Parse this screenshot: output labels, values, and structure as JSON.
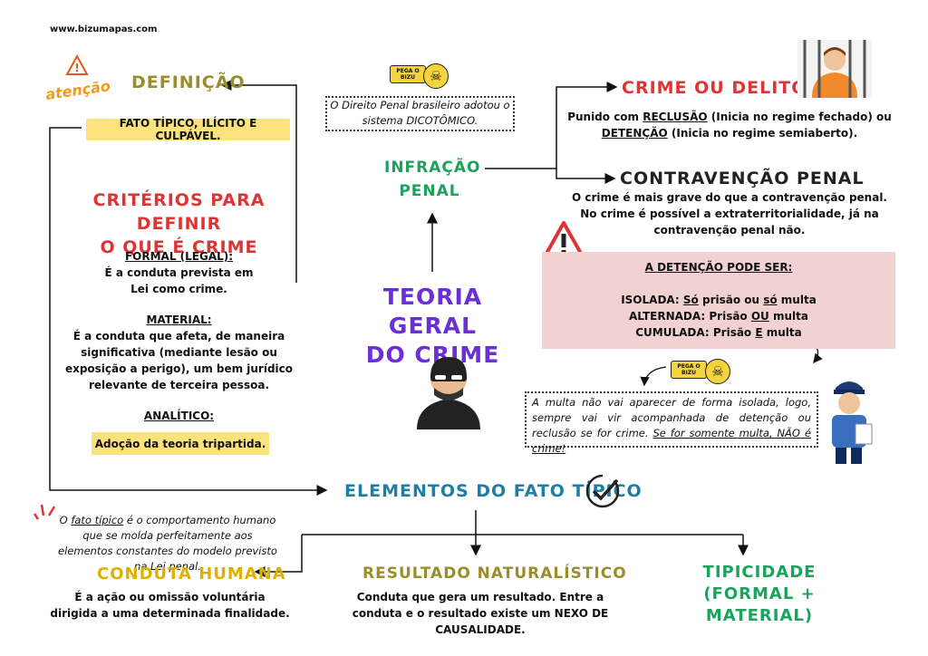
{
  "site": "www.bizumapas.com",
  "header_badge": "atenção",
  "definicao": {
    "title": "DEFINIÇÃO",
    "box": "FATO TÍPICO, ILÍCITO E CULPÁVEL."
  },
  "criterios": {
    "title_line1": "CRITÉRIOS PARA DEFINIR",
    "title_line2": "O QUE É CRIME",
    "formal_label": "FORMAL (LEGAL):",
    "formal_text": "É a conduta prevista em Lei como crime.",
    "material_label": "MATERIAL:",
    "material_text": "É a conduta que afeta, de maneira significativa (mediante lesão ou exposição a perigo), um bem jurídico relevante de terceira pessoa.",
    "analitico_label": "ANALÍTICO:",
    "analitico_box": "Adoção da teoria tripartida."
  },
  "center": {
    "line1": "TEORIA GERAL",
    "line2": "DO CRIME"
  },
  "bizu_tag": {
    "line1": "PEGA O",
    "line2": "BIZU"
  },
  "bizu1_text": "O Direito Penal brasileiro adotou o sistema DICOTÔMICO.",
  "infracao": {
    "line1": "INFRAÇÃO",
    "line2": "PENAL"
  },
  "crime_delito": {
    "title": "CRIME OU DELITO",
    "text_a": "Punido com ",
    "reclusao": "RECLUSÃO",
    "text_b": " (Inicia no regime fechado) ou ",
    "detencao": "DETENÇÃO",
    "text_c": " (Inicia no regime semiaberto)."
  },
  "contravencao": {
    "title": "CONTRAVENÇÃO PENAL",
    "text": "O crime é mais grave do que a contravenção penal. No crime é possível a extraterritorialidade, já na contravenção penal não."
  },
  "detencao_box": {
    "title": "A DETENÇÃO PODE SER:",
    "isolada_label": "ISOLADA: ",
    "so1": "Só",
    "isolada_mid": " prisão ou ",
    "so2": "só",
    "isolada_end": " multa",
    "alternada_label": "ALTERNADA: Prisão ",
    "ou": "OU",
    "alternada_end": " multa",
    "cumulada_label": "CUMULADA: Prisão ",
    "e": "E",
    "cumulada_end": " multa"
  },
  "bizu2": {
    "text": "A multa não vai aparecer de forma isolada, logo, sempre vai vir acompanhada de detenção ou reclusão se for crime. ",
    "underlined": "Se for somente multa, NÃO é crime!"
  },
  "elementos": {
    "title": "ELEMENTOS DO FATO TÍPICO",
    "note_a": "O ",
    "note_u": "fato típico",
    "note_b": " é o comportamento humano que se molda perfeitamente aos elementos constantes do modelo previsto na Lei penal."
  },
  "conduta": {
    "title": "CONDUTA HUMANA",
    "text": "É a ação ou omissão voluntária dirigida a uma determinada finalidade."
  },
  "resultado": {
    "title": "RESULTADO NATURALÍSTICO",
    "text": "Conduta que gera um resultado. Entre a conduta e o resultado existe um NEXO DE CAUSALIDADE."
  },
  "tipicidade": {
    "line1": "TIPICIDADE",
    "line2": "(FORMAL + MATERIAL)"
  }
}
